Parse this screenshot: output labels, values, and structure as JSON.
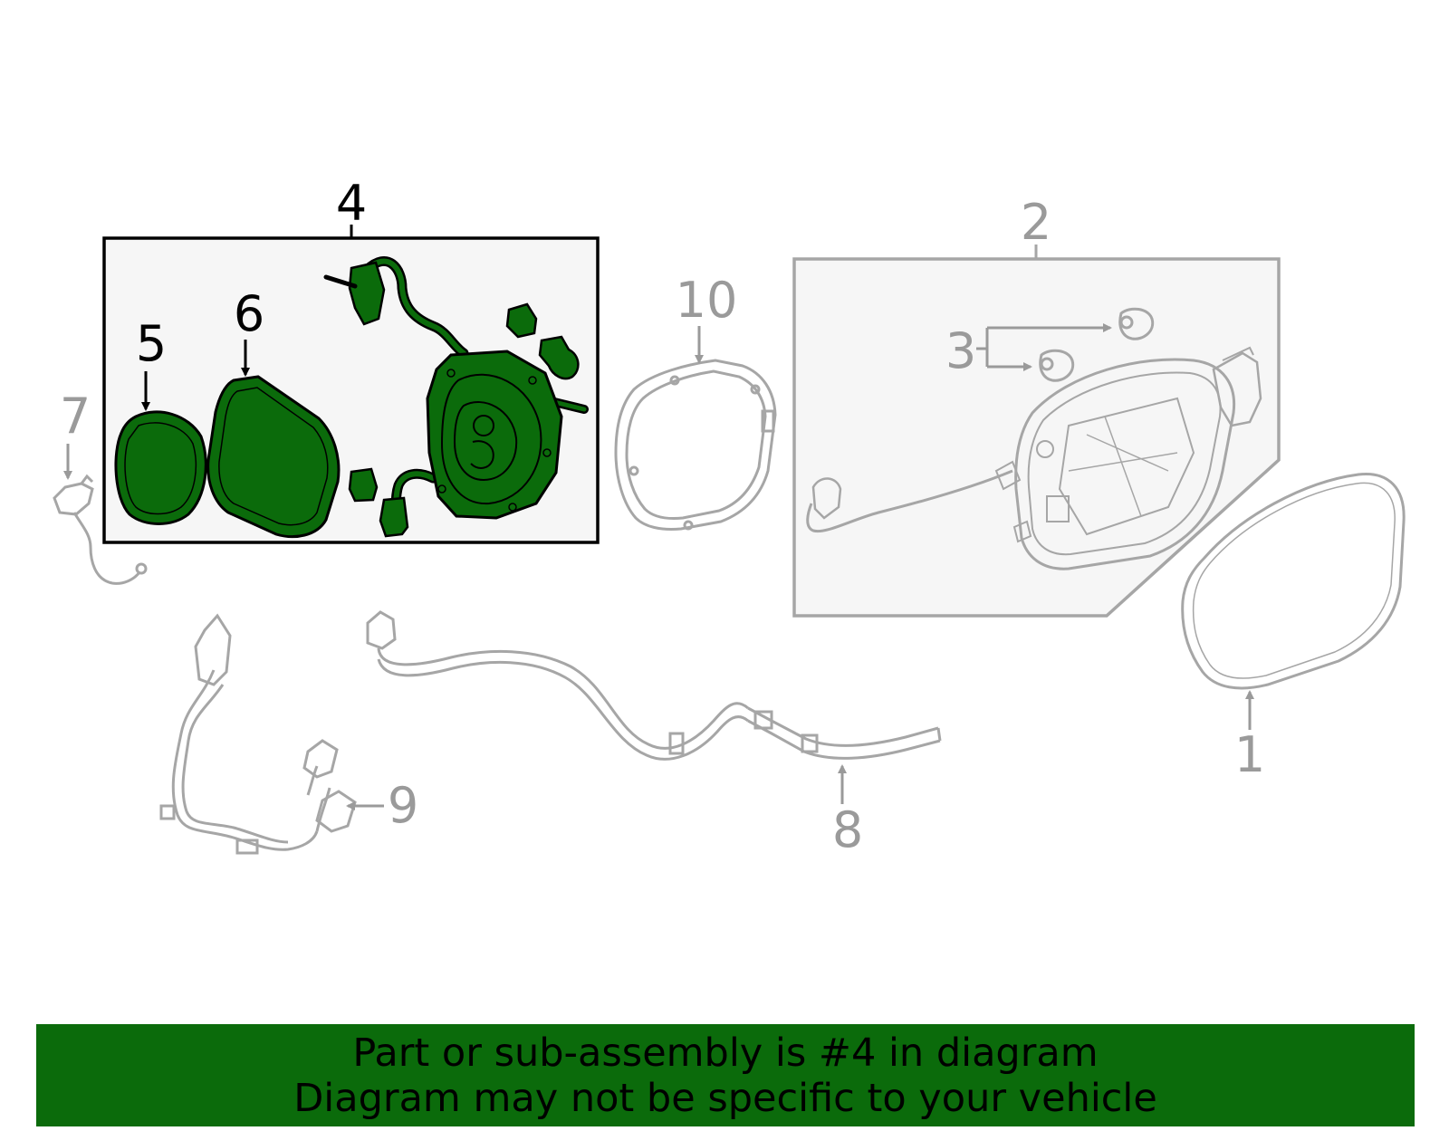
{
  "colors": {
    "highlight_fill": "#0b6b0b",
    "highlight_stroke": "#000000",
    "other_stroke": "#a6a6a6",
    "panel_fill": "#f6f6f6",
    "banner_bg": "#0b6b0b",
    "banner_text": "#000000"
  },
  "callouts": {
    "c1": "1",
    "c2": "2",
    "c3": "3",
    "c4": "4",
    "c5": "5",
    "c6": "6",
    "c7": "7",
    "c8": "8",
    "c9": "9",
    "c10": "10"
  },
  "highlighted_part": "4",
  "banner": {
    "line1": "Part or sub-assembly is #4 in diagram",
    "line2": "Diagram may not be specific to your vehicle"
  }
}
